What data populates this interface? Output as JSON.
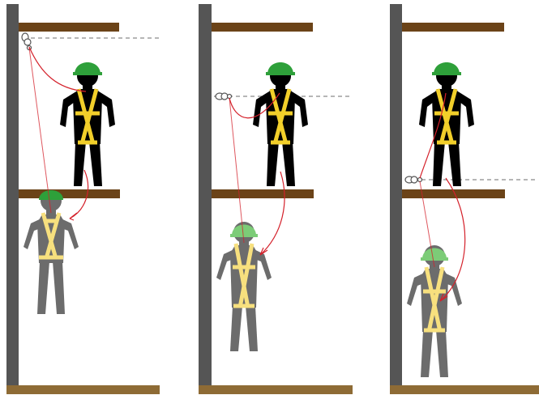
{
  "panels": [
    {
      "anchor": "above-head",
      "figure": "standing",
      "fallen_figure": "hanging-below-floor"
    },
    {
      "anchor": "shoulder-height",
      "figure": "standing",
      "fallen_figure": "hanging-below-floor"
    },
    {
      "anchor": "foot-level",
      "figure": "standing",
      "fallen_figure": "hanging-further-below-floor"
    }
  ],
  "colors": {
    "column": "#555555",
    "beam": "#6b4318",
    "ground": "#8e6b35",
    "worker": "#000000",
    "fallen_worker": "#6c6c6c",
    "helmet": "#2ea03a",
    "helmet_faded": "#7ccc77",
    "harness": "#f2cf2a",
    "harness_faded": "#f7e07e",
    "lanyard": "#d4202a",
    "anchor_line": "#8a8a8a"
  },
  "icons": [
    "anchor-hook-icon",
    "hard-hat-icon",
    "safety-harness-icon",
    "lanyard-icon"
  ]
}
